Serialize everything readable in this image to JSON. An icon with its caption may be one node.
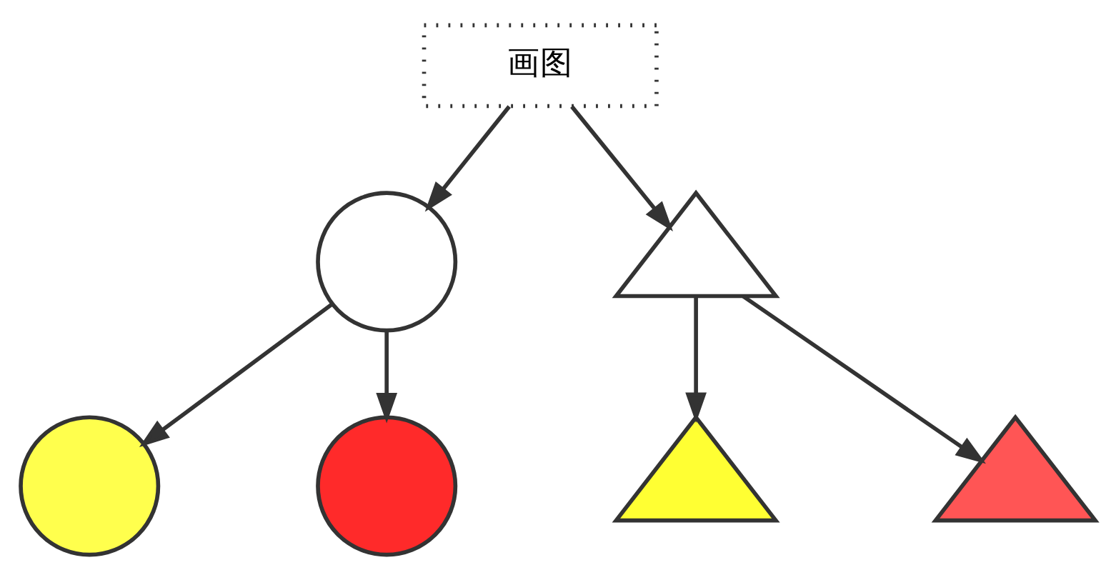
{
  "diagram": {
    "nodes": [
      {
        "text": [
          "画图"
        ]
      },
      {
        "text": [],
        "shape": "circle"
      },
      {
        "text": [],
        "shape": "triangle"
      },
      {
        "text": [],
        "shape": "circle"
      },
      {
        "text": [],
        "shape": "circle"
      },
      {
        "text": [],
        "shape": "triangle"
      },
      {
        "text": [],
        "shape": "triangle"
      }
    ],
    "edges": [
      {
        "from": 0,
        "to": 1,
        "arrow": "to"
      },
      {
        "from": 0,
        "to": 2,
        "arrow": "to"
      },
      {
        "from": 1,
        "to": 3,
        "arrow": "to"
      },
      {
        "from": 1,
        "to": 4,
        "arrow": "to"
      },
      {
        "from": 2,
        "to": 5,
        "arrow": "to"
      },
      {
        "from": 2,
        "to": 6,
        "arrow": "to"
      }
    ]
  }
}
